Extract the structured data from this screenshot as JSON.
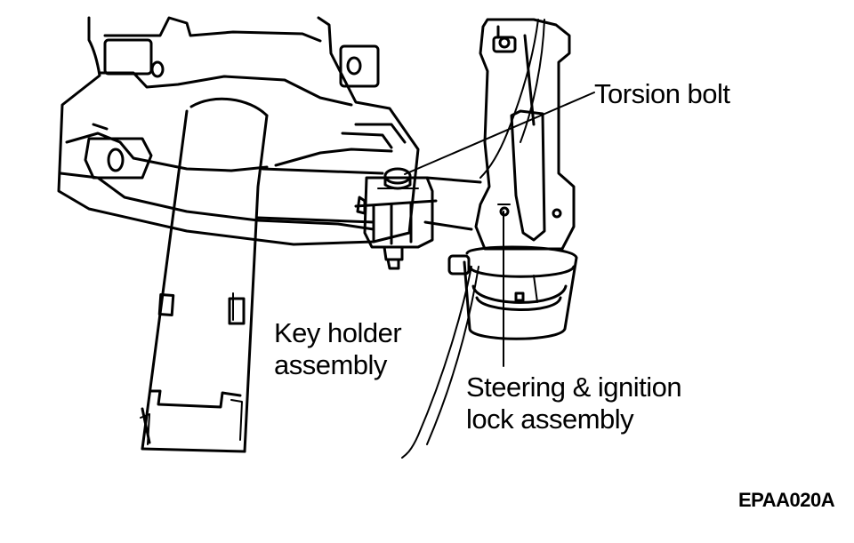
{
  "labels": {
    "torsion_bolt": "Torsion bolt",
    "key_holder_line1": "Key holder",
    "key_holder_line2": "assembly",
    "steering_lock_line1": "Steering & ignition",
    "steering_lock_line2": "lock assembly"
  },
  "figure_code": "EPAA020A",
  "colors": {
    "ink": "#000000",
    "paper": "#ffffff"
  }
}
